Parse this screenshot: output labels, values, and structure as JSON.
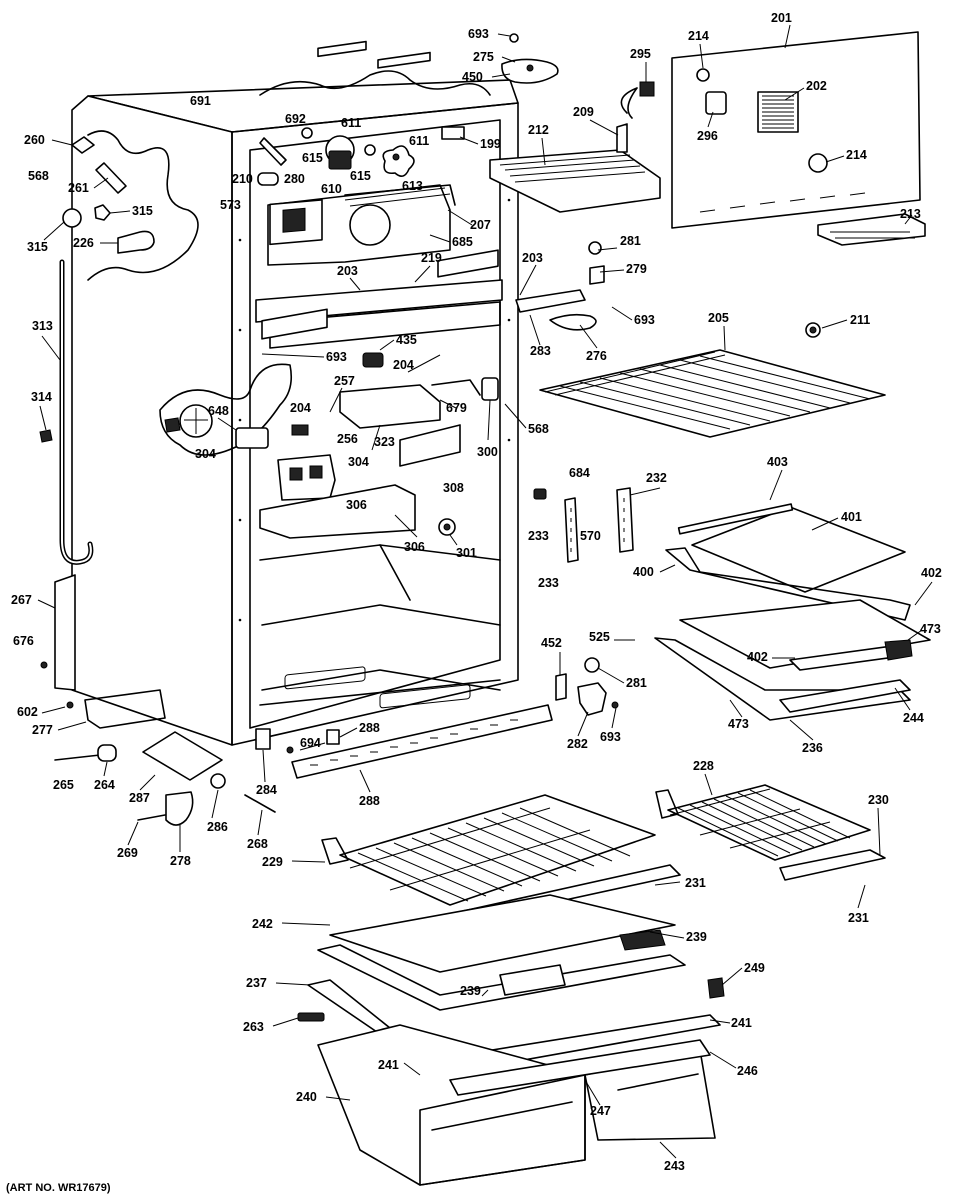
{
  "diagram": {
    "art_number": "(ART NO. WR17679)",
    "labels": [
      "201",
      "202",
      "214",
      "296",
      "295",
      "209",
      "212",
      "199",
      "693",
      "275",
      "450",
      "691",
      "692",
      "611",
      "611",
      "615",
      "615",
      "610",
      "613",
      "280",
      "210",
      "573",
      "207",
      "685",
      "260",
      "568",
      "261",
      "315",
      "315",
      "226",
      "313",
      "314",
      "203",
      "219",
      "203",
      "283",
      "276",
      "281",
      "279",
      "693",
      "205",
      "211",
      "435",
      "693",
      "204",
      "204",
      "257",
      "648",
      "304",
      "256",
      "304",
      "323",
      "679",
      "300",
      "568",
      "308",
      "306",
      "306",
      "301",
      "233",
      "233",
      "684",
      "570",
      "232",
      "403",
      "401",
      "400",
      "402",
      "402",
      "473",
      "473",
      "244",
      "236",
      "525",
      "281",
      "267",
      "676",
      "602",
      "277",
      "265",
      "264",
      "287",
      "286",
      "278",
      "269",
      "268",
      "284",
      "694",
      "288",
      "288",
      "452",
      "282",
      "693",
      "228",
      "230",
      "231",
      "231",
      "229",
      "242",
      "239",
      "239",
      "237",
      "263",
      "249",
      "241",
      "241",
      "246",
      "240",
      "247",
      "243",
      "213",
      "214"
    ]
  }
}
